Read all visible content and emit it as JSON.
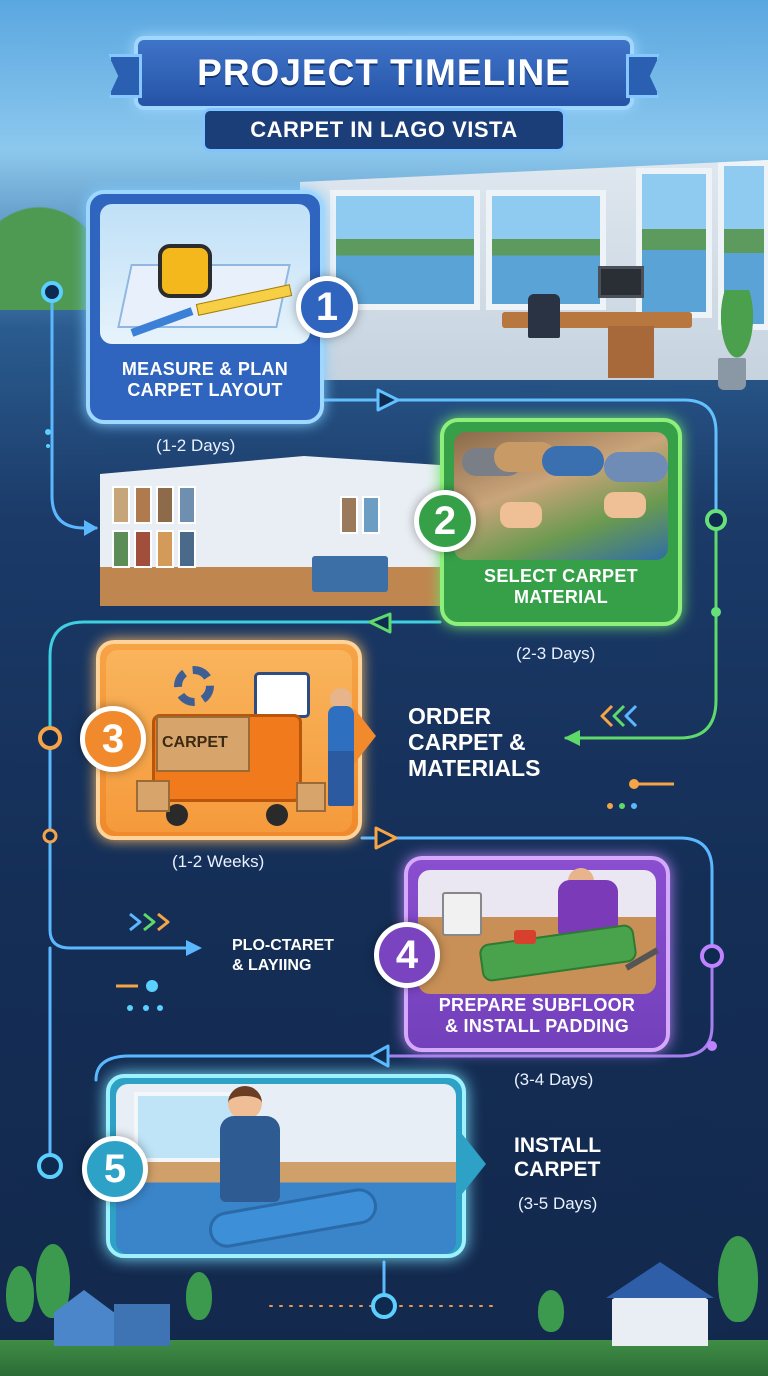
{
  "header": {
    "title": "PROJECT TIMELINE",
    "subtitle": "CARPET IN LAGO VISTA"
  },
  "steps": [
    {
      "number": "1",
      "label_line1": "MEASURE & PLAN",
      "label_line2": "CARPET LAYOUT",
      "duration": "(1-2 Days)",
      "color": "#2f64bf"
    },
    {
      "number": "2",
      "label_line1": "SELECT CARPET",
      "label_line2": "MATERIAL",
      "duration": "(2-3 Days)",
      "color": "#36a049"
    },
    {
      "number": "3",
      "label_line1": "ORDER",
      "label_line2": "CARPET &",
      "label_line3": "MATERIALS",
      "scene_label": "CARPET",
      "duration": "(1-2 Weeks)",
      "color": "#f08a2c"
    },
    {
      "number": "4",
      "label_line1": "PREPARE SUBFLOOR",
      "label_line2": "& INSTALL PADDING",
      "duration": "(3-4 Days)",
      "color": "#7a43c0"
    },
    {
      "number": "5",
      "label_line1": "INSTALL",
      "label_line2": "CARPET",
      "duration": "(3-5 Days)",
      "color": "#2ea2c6"
    }
  ],
  "aside": {
    "line1": "PLO-CTARET",
    "line2": "& LAYIING"
  },
  "icons": [
    "tape-measure-icon",
    "blueprint-icon",
    "carpet-rolls-icon",
    "delivery-truck-icon",
    "calendar-icon",
    "gear-icon",
    "paint-can-icon",
    "stapler-icon",
    "worker-icon",
    "house-icon",
    "tree-icon",
    "arrow-right-icon",
    "arrow-left-icon",
    "chevron-icon"
  ]
}
